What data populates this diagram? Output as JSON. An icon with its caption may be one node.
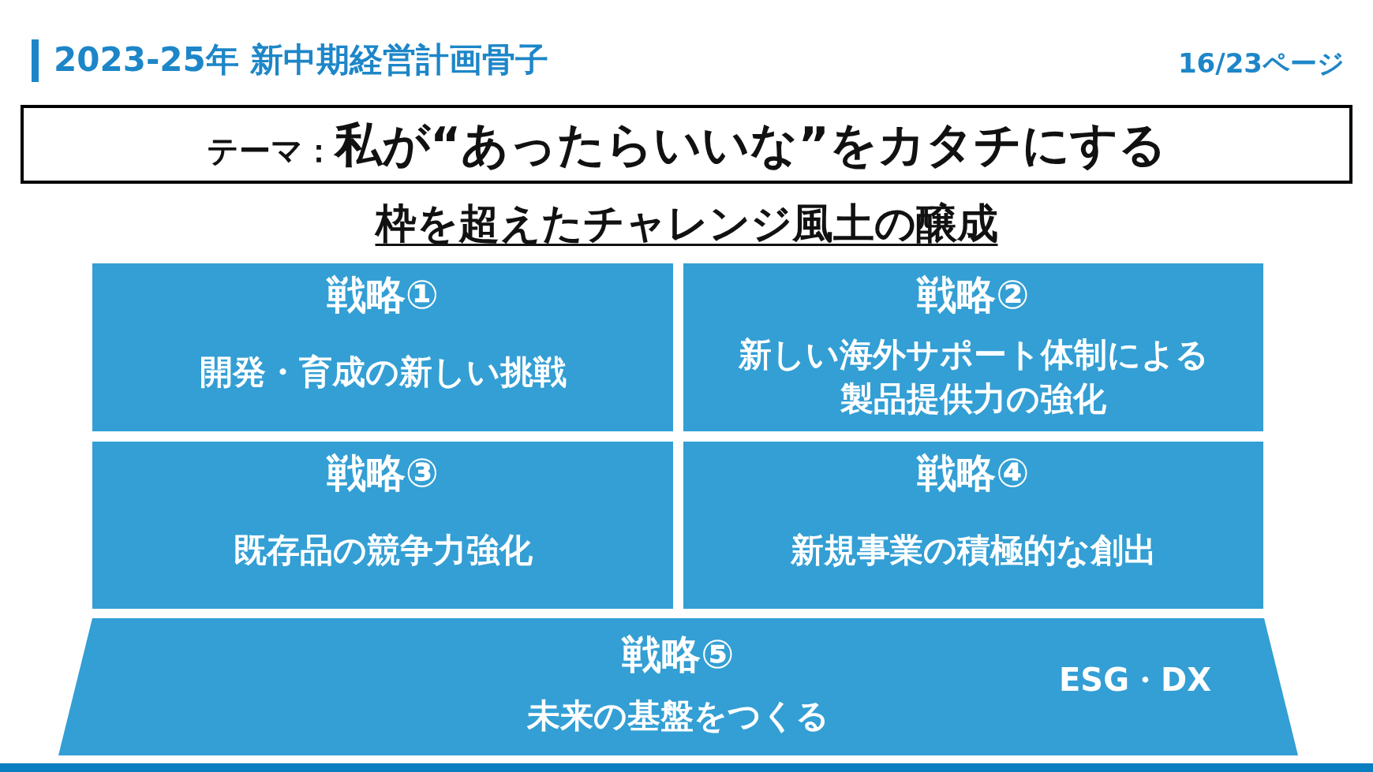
{
  "diagram": {
    "title": "2023-25年 新中期経営計画骨子",
    "nodes": [
      {
        "text": [
          "テーマ：",
          "私が“あったらいいな”をカタチにする"
        ]
      },
      {
        "text": [
          "戦略①",
          "開発・育成の新しい挑戦"
        ]
      },
      {
        "text": [
          "戦略②",
          "新しい海外サポート体制による製品提供力の強化"
        ]
      },
      {
        "text": [
          "戦略③",
          "既存品の競争力強化"
        ]
      },
      {
        "text": [
          "戦略④",
          "新規事業の積極的な創出"
        ]
      },
      {
        "text": [
          "戦略⑤",
          "未来の基盤をつくる",
          "ESG・DX"
        ]
      }
    ],
    "labels": [
      "16/23ページ",
      "枠を超えたチャレンジ風土の醸成"
    ]
  }
}
